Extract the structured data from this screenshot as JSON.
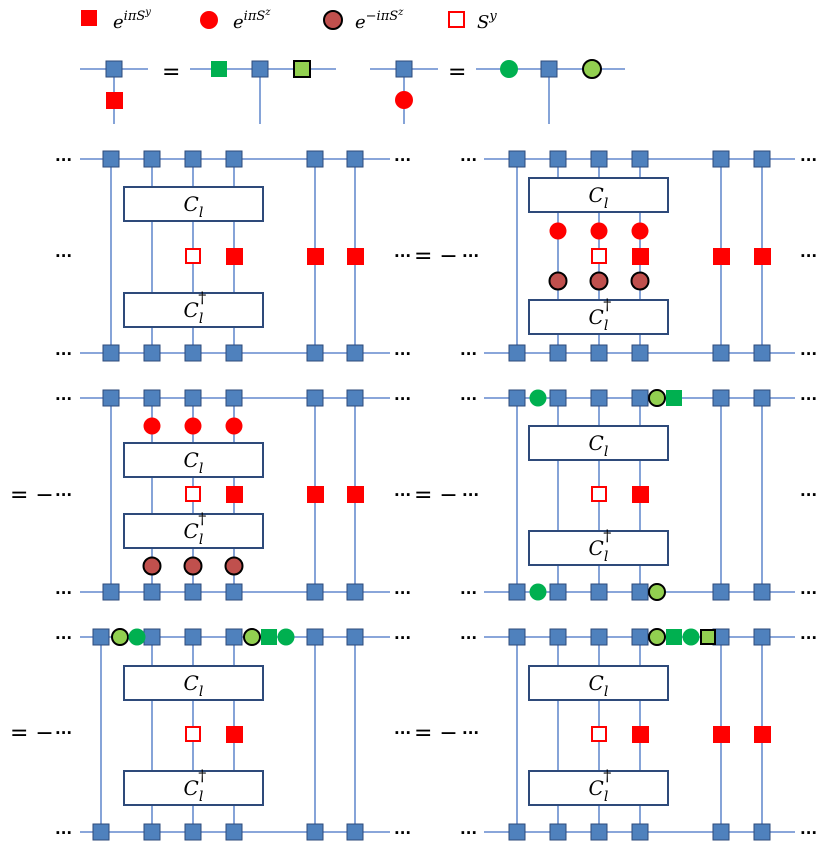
{
  "legend": {
    "red_square": "e",
    "red_square_sup": "iπS",
    "red_square_supsup": "y",
    "red_circle": "e",
    "red_circle_sup": "iπS",
    "red_circle_supsup": "z",
    "dark_circle": "e",
    "dark_circle_sup": "−iπS",
    "dark_circle_supsup": "z",
    "open_square": "S",
    "open_square_sup": "y"
  },
  "labels": {
    "ellipsis": "···",
    "equals": "=",
    "equals_minus": "= −",
    "box_top": "C",
    "box_top_sub": "l",
    "box_bottom": "C",
    "box_bottom_sub": "l",
    "dagger": "†"
  },
  "colors": {
    "line": "#4472C4",
    "site": "#4F81BD",
    "site_stroke": "#2E4A7A",
    "red": "#FF0000",
    "dark_red": "#C0504D",
    "green": "#00B050",
    "light_green": "#92D050",
    "box_stroke": "#2E4A7A"
  }
}
